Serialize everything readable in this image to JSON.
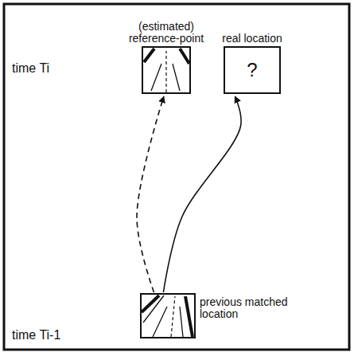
{
  "diagram": {
    "nodes": [
      {
        "text": [
          "(estimated) reference-point"
        ]
      },
      {
        "text": [
          "real location",
          "?"
        ]
      },
      {
        "text": [
          "previous matched location"
        ]
      }
    ],
    "edges": [
      {
        "from": 2,
        "to": 0,
        "arrow": "to"
      },
      {
        "from": 2,
        "to": 1,
        "arrow": "to"
      }
    ],
    "labels": [
      "time Ti",
      "time Ti-1"
    ]
  }
}
